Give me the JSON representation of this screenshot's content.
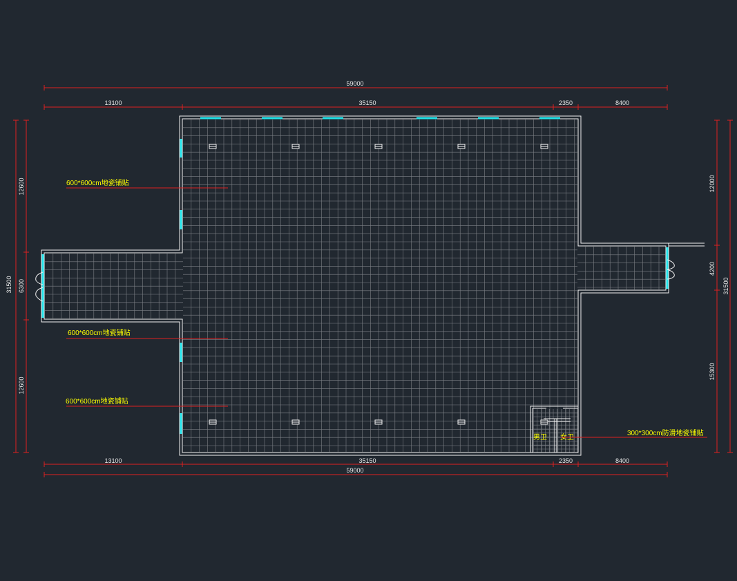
{
  "dimensions": {
    "top_total": "59000",
    "top_segments": [
      "13100",
      "35150",
      "2350",
      "8400"
    ],
    "bottom_segments": [
      "13100",
      "35150",
      "2350",
      "8400"
    ],
    "bottom_total": "59000",
    "left_total": "31500",
    "left_segments": [
      "12600",
      "6300",
      "12600"
    ],
    "right_total": "31500",
    "right_segments": [
      "12000",
      "4200",
      "15300"
    ]
  },
  "annotations": {
    "tile_note_1": "600*600cm地瓷铺贴",
    "tile_note_2": "600*600cm地瓷铺贴",
    "tile_note_3": "600*600cm地瓷铺贴",
    "restroom_tile_note": "300*300cm防滑地瓷铺贴"
  },
  "rooms": {
    "mens_restroom": "男卫",
    "womens_restroom": "女卫"
  },
  "colors": {
    "background": "#212830",
    "dimension_line": "#e02020",
    "wall": "#f2f2f2",
    "window": "#22e3ea",
    "grid": "#7d8086",
    "annotation_text": "#ffff00"
  }
}
